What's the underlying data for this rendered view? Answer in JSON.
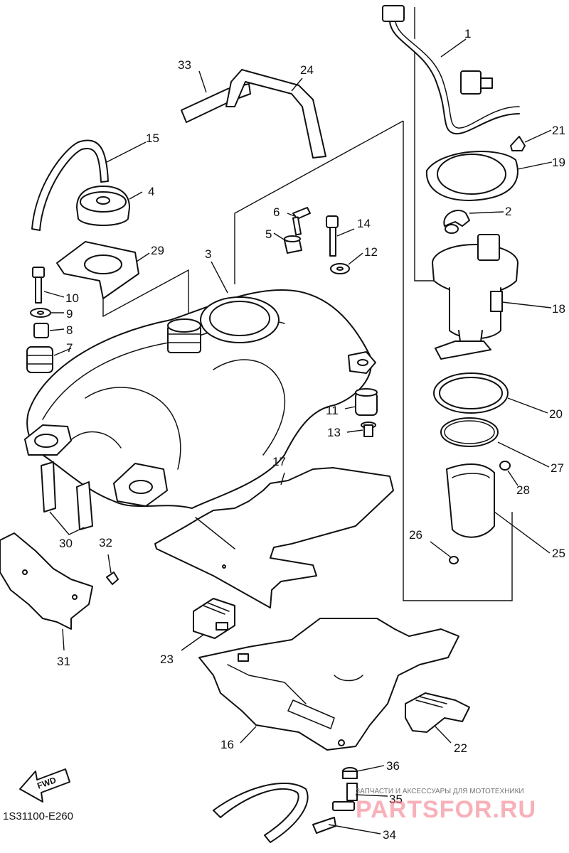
{
  "diagram_code": "1S31100-E260",
  "fwd_label": "FWD",
  "watermark": {
    "caption": "ЗАПЧАСТИ И АКСЕССУАРЫ ДЛЯ МОТОТЕХНИКИ",
    "brand": "PARTSFOR.RU"
  },
  "callouts": {
    "c1": "1",
    "c2": "2",
    "c3": "3",
    "c4": "4",
    "c5": "5",
    "c6": "6",
    "c7": "7",
    "c8": "8",
    "c9": "9",
    "c10": "10",
    "c11": "11",
    "c12": "12",
    "c13": "13",
    "c14": "14",
    "c15": "15",
    "c16": "16",
    "c17": "17",
    "c18": "18",
    "c19": "19",
    "c20": "20",
    "c21": "21",
    "c22": "22",
    "c23": "23",
    "c24": "24",
    "c25": "25",
    "c26": "26",
    "c27": "27",
    "c28": "28",
    "c29": "29",
    "c30": "30",
    "c31": "31",
    "c32": "32",
    "c33": "33",
    "c34": "34",
    "c35": "35",
    "c36": "36"
  }
}
